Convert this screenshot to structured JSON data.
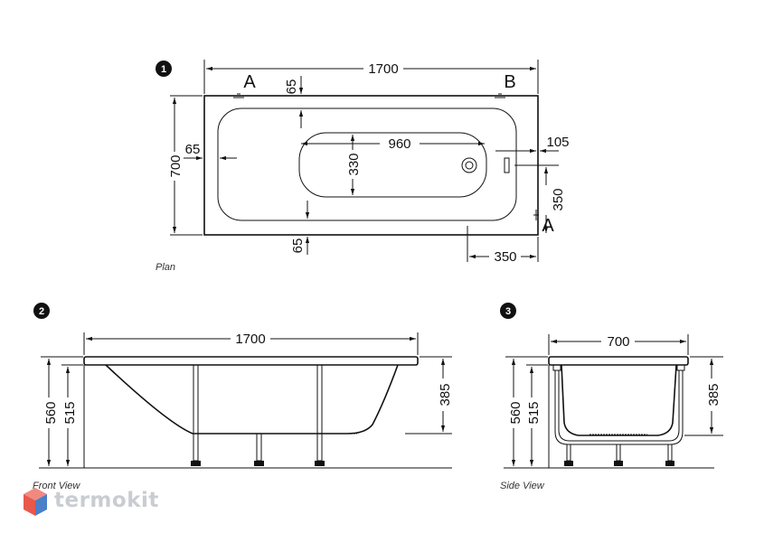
{
  "badges": {
    "plan": "1",
    "front": "2",
    "side": "3"
  },
  "captions": {
    "plan": "Plan",
    "front": "Front View",
    "side": "Side View"
  },
  "plan": {
    "length": "1700",
    "width": "700",
    "offset_top": "65",
    "offset_left": "65",
    "offset_bottom": "65",
    "basin_length": "960",
    "basin_width": "330",
    "drain_offset": "105",
    "drain_height": "350",
    "drain_length": "350",
    "section_a": "A",
    "section_b": "B",
    "section_a2": "A"
  },
  "front": {
    "length": "1700",
    "height_total": "560",
    "height_rim": "515",
    "depth": "385"
  },
  "side": {
    "width": "700",
    "height_total": "560",
    "height_rim": "515",
    "depth": "385"
  },
  "logo": {
    "text": "termokit",
    "colors": {
      "red": "#e8584c",
      "blue": "#4a7fc9",
      "grey": "#c9cdd2"
    }
  }
}
